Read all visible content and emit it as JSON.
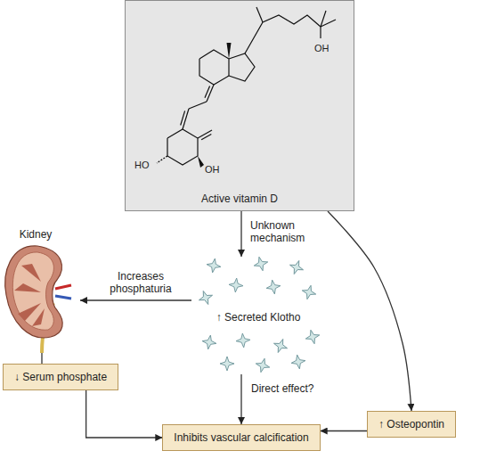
{
  "diagram": {
    "nodes": [
      {
        "text": [
          "OH",
          "HO",
          "OH",
          "Active vitamin D"
        ]
      },
      {
        "text": [
          "Kidney"
        ]
      },
      {
        "text": [
          "↑ Secreted Klotho"
        ]
      },
      {
        "text": [
          "↓ Serum phosphate"
        ]
      },
      {
        "text": [
          "Inhibits vascular calcification"
        ]
      },
      {
        "text": [
          "↑ Osteopontin"
        ]
      }
    ],
    "edges": [
      {
        "from": 0,
        "to": 2,
        "label": "Unknown mechanism",
        "arrow": "to"
      },
      {
        "from": 2,
        "to": 1,
        "label": "Increases phosphaturia",
        "arrow": "to"
      },
      {
        "from": 1,
        "to": 3,
        "arrow": "none"
      },
      {
        "from": 3,
        "to": 4,
        "arrow": "to"
      },
      {
        "from": 2,
        "to": 4,
        "label": "Direct effect?",
        "arrow": "to"
      },
      {
        "from": 0,
        "to": 5,
        "arrow": "to"
      },
      {
        "from": 5,
        "to": 4,
        "arrow": "to"
      }
    ]
  }
}
